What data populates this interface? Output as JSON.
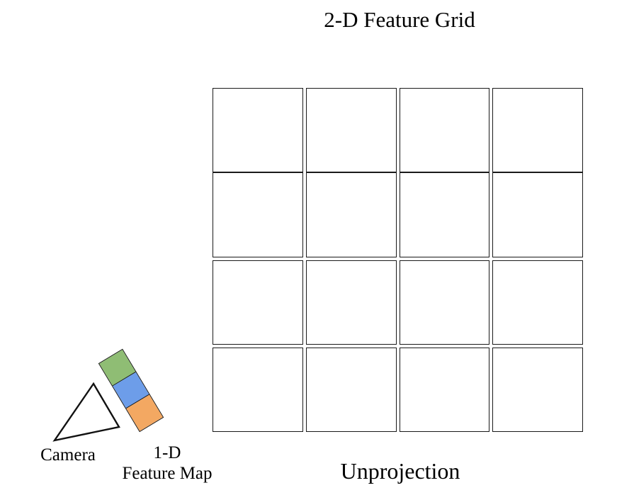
{
  "labels": {
    "grid_title": "2-D Feature Grid",
    "unprojection": "Unprojection",
    "camera": "Camera",
    "feature_map_line1": "1-D",
    "feature_map_line2": "Feature Map"
  },
  "grid": {
    "rows": 4,
    "cols": 4
  },
  "feature_map": {
    "cells": [
      {
        "name": "green",
        "color": "#8FBD74"
      },
      {
        "name": "blue",
        "color": "#6D9DE9"
      },
      {
        "name": "orange",
        "color": "#F3A862"
      }
    ]
  },
  "colors": {
    "background": "#ffffff",
    "grid_line": "#1a1a1a",
    "cell_fill": "#ffffff",
    "text": "#000000",
    "camera_stroke": "#111111",
    "camera_fill": "#ffffff",
    "strip_border": "#141414"
  }
}
